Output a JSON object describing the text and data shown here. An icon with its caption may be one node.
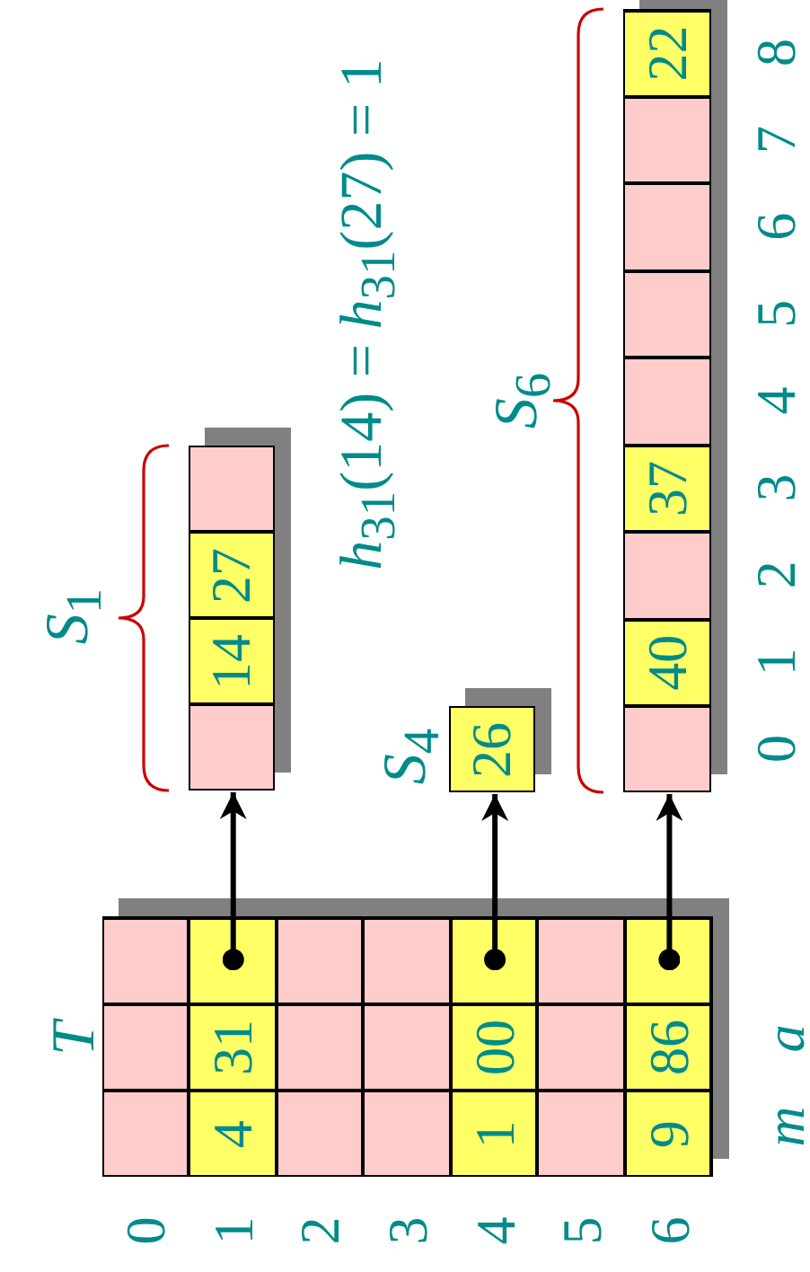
{
  "diagram": {
    "nodes": [
      {
        "text": [
          "*T*"
        ]
      },
      {
        "text": [],
        "shape": "box",
        "in": 0
      },
      {
        "text": [
          "4",
          "31"
        ],
        "in": 0
      },
      {
        "text": [],
        "shape": "box",
        "in": 0
      },
      {
        "text": [],
        "shape": "box",
        "in": 0
      },
      {
        "text": [
          "1",
          "00"
        ],
        "in": 0
      },
      {
        "text": [],
        "shape": "box",
        "in": 0
      },
      {
        "text": [
          "9",
          "86"
        ],
        "in": 0
      },
      {
        "text": [
          "*S*$_{1}$"
        ]
      },
      {
        "text": [],
        "shape": "box",
        "in": 8
      },
      {
        "text": [
          "14"
        ],
        "in": 8
      },
      {
        "text": [
          "27"
        ],
        "in": 8
      },
      {
        "text": [],
        "shape": "box",
        "in": 8
      },
      {
        "text": [
          "*S*$_{4}$"
        ]
      },
      {
        "text": [
          "26"
        ],
        "in": 13
      },
      {
        "text": [
          "*S*$_{6}$"
        ]
      },
      {
        "text": [],
        "shape": "box",
        "in": 15
      },
      {
        "text": [
          "40"
        ],
        "in": 15
      },
      {
        "text": [],
        "shape": "box",
        "in": 15
      },
      {
        "text": [
          "37"
        ],
        "in": 15
      },
      {
        "text": [],
        "shape": "box",
        "in": 15
      },
      {
        "text": [],
        "shape": "box",
        "in": 15
      },
      {
        "text": [],
        "shape": "box",
        "in": 15
      },
      {
        "text": [],
        "shape": "box",
        "in": 15
      },
      {
        "text": [
          "22"
        ],
        "in": 15
      }
    ],
    "edges": [
      {
        "from": 2,
        "to": 8,
        "arrow": "to"
      },
      {
        "from": 5,
        "to": 13,
        "arrow": "to"
      },
      {
        "from": 7,
        "to": 15,
        "arrow": "to"
      }
    ],
    "labels": [
      "0",
      "1",
      "2",
      "3",
      "4",
      "5",
      "6",
      "m",
      "a",
      "*h*$_{31}$(14) = *h*$_{31}$(27) = 1",
      "0",
      "1",
      "2",
      "3",
      "4",
      "5",
      "6",
      "7",
      "8"
    ]
  }
}
